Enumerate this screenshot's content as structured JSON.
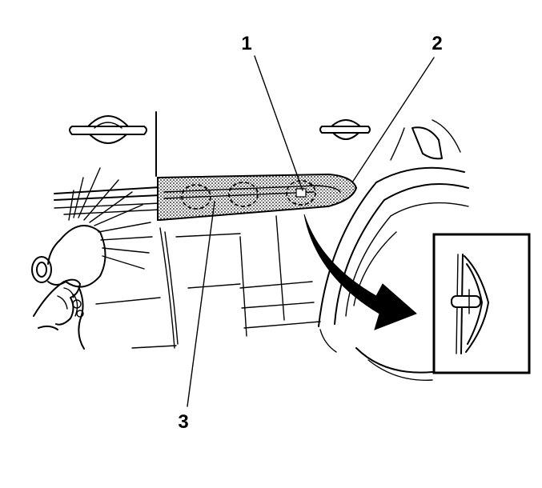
{
  "callouts": {
    "c1": "1",
    "c2": "2",
    "c3": "3"
  },
  "colors": {
    "line": "#000000",
    "background": "#ffffff",
    "molding_fill": "#c8c8c8"
  }
}
